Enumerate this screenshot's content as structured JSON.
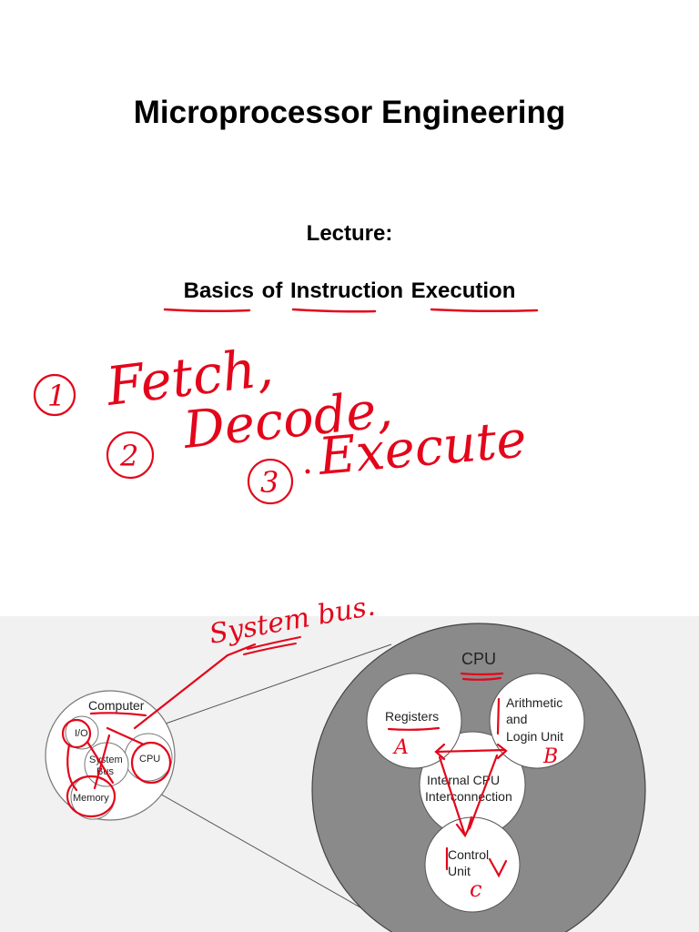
{
  "title": "Microprocessor Engineering",
  "lecture_label": "Lecture:",
  "subtitle": "Basics of Instruction  Execution",
  "handwritten": {
    "step1": "Fetch,",
    "step2": "Decode,",
    "step3": "Execute",
    "bus_note": "System bus."
  },
  "diagram": {
    "computer": "Computer",
    "io": "I/O",
    "system_bus_line1": "System",
    "system_bus_line2": "Bus",
    "cpu_small": "CPU",
    "memory": "Memory",
    "cpu_large": "CPU",
    "registers": "Registers",
    "alu_line1": "Arithmetic",
    "alu_line2": "and",
    "alu_line3": "Login Unit",
    "interconnect_line1": "Internal CPU",
    "interconnect_line2": "Interconnection",
    "control_line1": "Control",
    "control_line2": "Unit",
    "mark_a": "A",
    "mark_b": "B",
    "mark_c": "c"
  },
  "colors": {
    "ink": "#e3061b",
    "gray_circle": "#8a8a8a",
    "panel": "#f1f1f1"
  }
}
